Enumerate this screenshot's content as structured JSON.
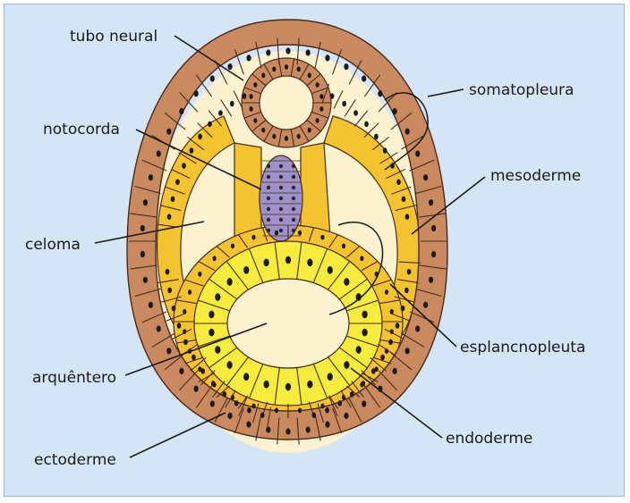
{
  "labels": {
    "tubo_neural": "tubo neural",
    "somatopleura": "somatopleura",
    "notocorda": "notocorda",
    "mesoderme": "mesoderme",
    "celoma": "celoma",
    "esplancnopleuta": "esplancnopleuta",
    "arquentero": "arquêntero",
    "endoderme": "endoderme",
    "ectoderme": "ectoderme"
  },
  "colors": {
    "background": "#d4e6f6",
    "ectoderm": "#c98a5f",
    "mesoderm": "#f4c430",
    "endoderm": "#f6ec3e",
    "notochord": "#9f92c8",
    "cavity": "#fbf2cf",
    "nucleus": "#1c1a1a",
    "outline": "#4a2a18"
  }
}
